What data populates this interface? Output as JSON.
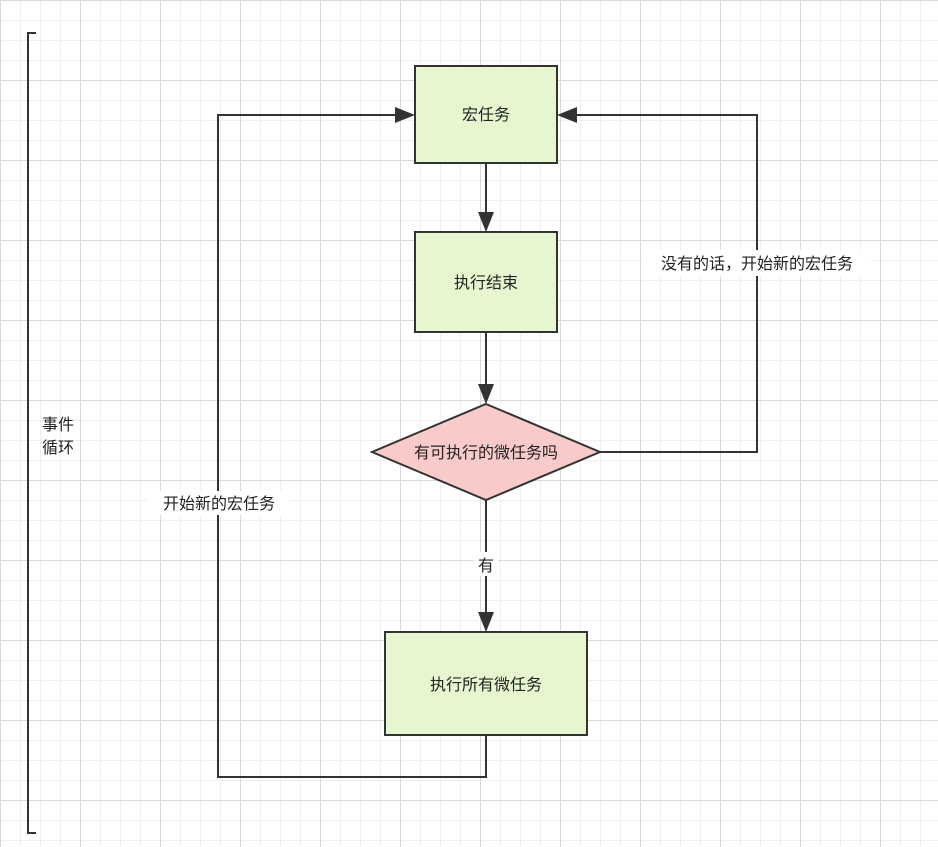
{
  "diagram": {
    "nodes": {
      "macro_task": "宏任务",
      "exec_end": "执行结束",
      "has_micro": "有可执行的微任务吗",
      "exec_all_micro": "执行所有微任务"
    },
    "labels": {
      "event_loop_line1": "事件",
      "event_loop_line2": "循环",
      "start_new_macro": "开始新的宏任务",
      "if_not_start_new": "没有的话，开始新的宏任务",
      "yes": "有"
    },
    "colors": {
      "task_fill": "#e6f7cf",
      "decision_fill": "#f8caca",
      "stroke": "#333333"
    }
  }
}
